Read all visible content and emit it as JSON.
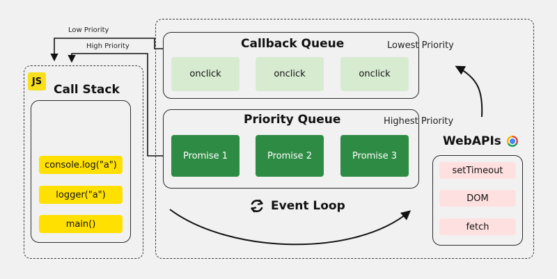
{
  "call_stack": {
    "badge": "JS",
    "title": "Call Stack",
    "items": [
      "console.log(\"a\")",
      "logger(\"a\")",
      "main()"
    ]
  },
  "callback_queue": {
    "title": "Callback Queue",
    "priority_note": "Lowest Priority",
    "items": [
      "onclick",
      "onclick",
      "onclick"
    ]
  },
  "priority_queue": {
    "title": "Priority Queue",
    "priority_note": "Highest Priority",
    "items": [
      "Promise 1",
      "Promise 2",
      "Promise 3"
    ]
  },
  "webapis": {
    "title": "WebAPIs",
    "icon": "chrome-icon",
    "items": [
      "setTimeout",
      "DOM",
      "fetch"
    ]
  },
  "event_loop": {
    "label": "Event Loop",
    "icon": "refresh-icon"
  },
  "arrows": {
    "low_priority": "Low Priority",
    "high_priority": "High Priority"
  },
  "colors": {
    "js_yellow": "#f7df1e",
    "stack_item": "#ffe000",
    "callback_item": "#d7ebd1",
    "promise_item": "#2e8b44",
    "webapi_item": "#ffe0e0"
  }
}
